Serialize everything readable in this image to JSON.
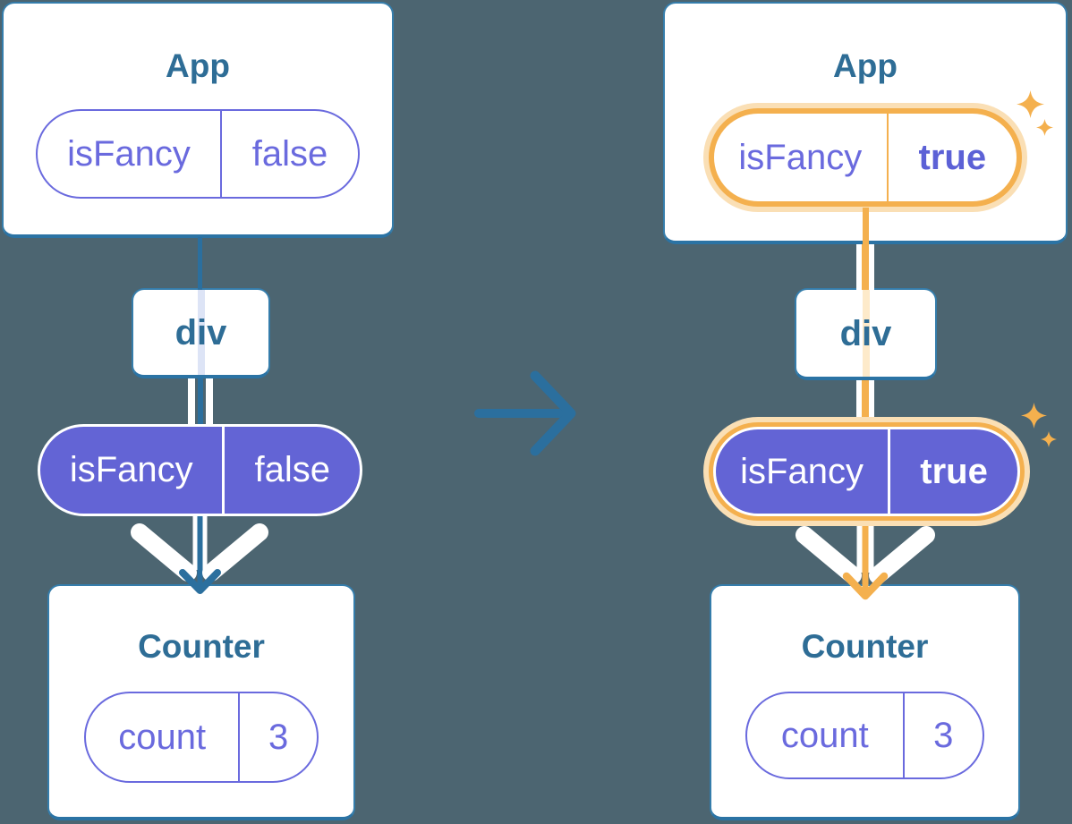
{
  "colors": {
    "background": "#4c6571",
    "card_border": "#357dab",
    "card_border_bottom": "#2b73a4",
    "line_blue": "#2b6f9e",
    "title_text": "#2e6d96",
    "purple": "#6a6ade",
    "purple_strong": "#5c61d6",
    "purple_fill": "#6364d5",
    "orange": "#f4b04e",
    "orange_glow": "#fadfb5",
    "orange_faint": "#fdeaca",
    "lavender_faint": "#dde4f6"
  },
  "icons": {
    "transition_arrow": "arrow-right-icon",
    "sparkle": "sparkle-icon",
    "flow_chevron": "chevron-down-arrow-icon"
  },
  "trees": {
    "before": {
      "app": {
        "title": "App",
        "pill": {
          "key": "isFancy",
          "value": "false"
        }
      },
      "container": {
        "title": "div"
      },
      "state_pill": {
        "key": "isFancy",
        "value": "false"
      },
      "counter": {
        "title": "Counter",
        "pill": {
          "key": "count",
          "value": "3"
        }
      }
    },
    "after": {
      "app": {
        "title": "App",
        "pill": {
          "key": "isFancy",
          "value": "true"
        }
      },
      "container": {
        "title": "div"
      },
      "state_pill": {
        "key": "isFancy",
        "value": "true"
      },
      "counter": {
        "title": "Counter",
        "pill": {
          "key": "count",
          "value": "3"
        }
      }
    }
  }
}
